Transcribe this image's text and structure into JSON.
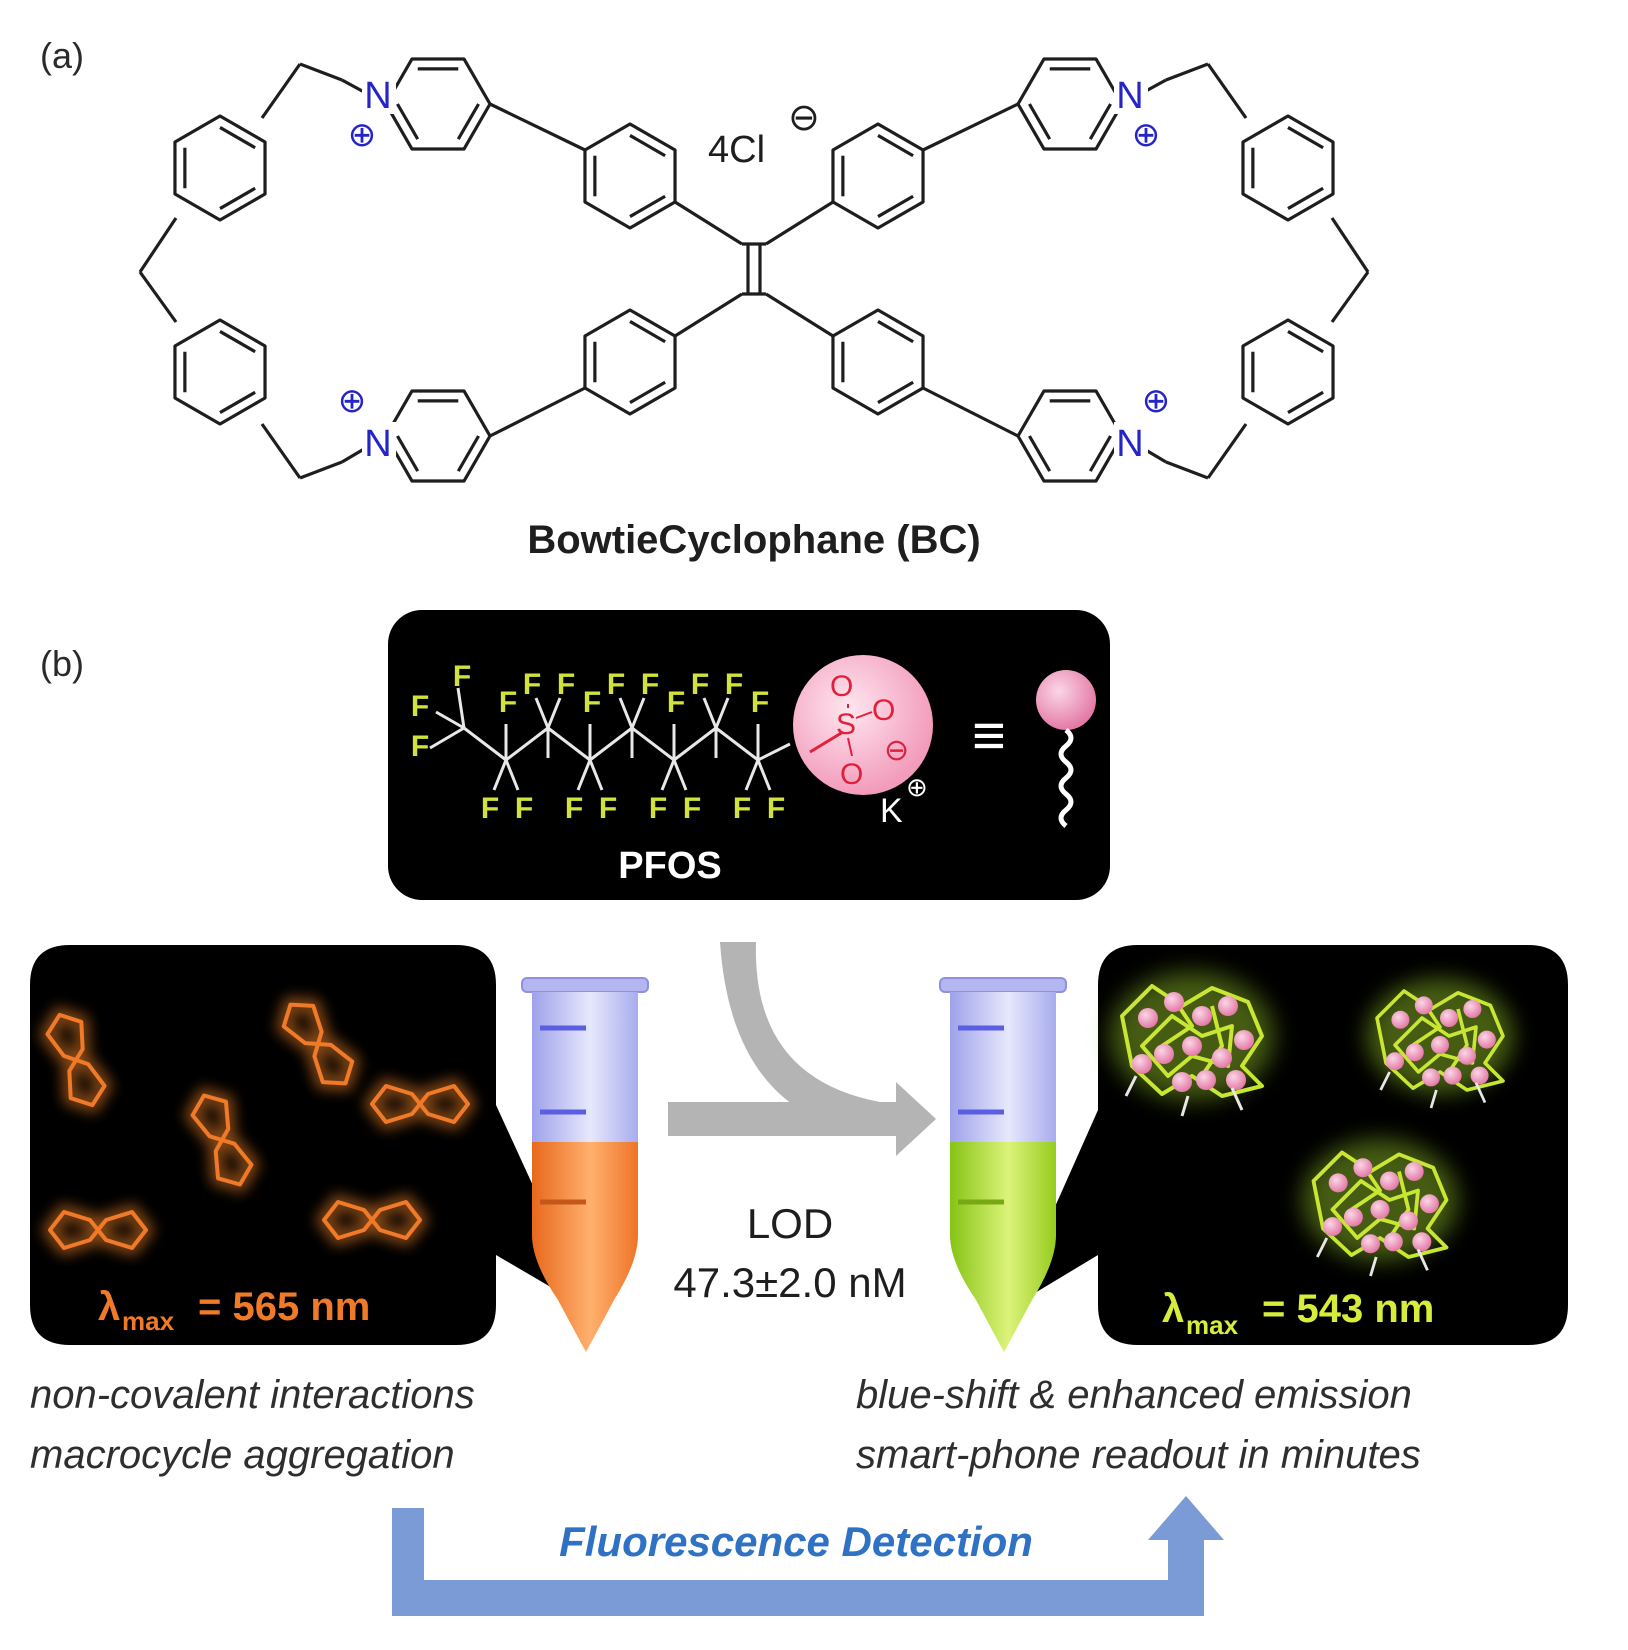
{
  "panel_a": {
    "label": "(a)",
    "counterion": "4Cl",
    "counterion_charge": "⊖",
    "nitrogen_label": "N",
    "positive_charge": "⊕",
    "compound_name": "BowtieCyclophane (BC)"
  },
  "panel_b": {
    "label": "(b)",
    "pfos": {
      "name": "PFOS",
      "fluorine": "F",
      "sulfonate_o": "O",
      "sulfonate_s": "S",
      "sulfonate_charge": "⊖",
      "counter_cation": "K",
      "cation_charge": "⊕",
      "equivalence_symbol": "≡"
    },
    "left_box": {
      "lambda_symbol": "λ",
      "lambda_subscript": "max",
      "lambda_value": "= 565 nm"
    },
    "right_box": {
      "lambda_symbol": "λ",
      "lambda_subscript": "max",
      "lambda_value": "= 543 nm"
    },
    "lod_label": "LOD",
    "lod_value": "47.3±2.0 nM",
    "left_caption": [
      "non-covalent interactions",
      "macrocycle aggregation"
    ],
    "right_caption": [
      "blue-shift & enhanced emission",
      "smart-phone readout in minutes"
    ],
    "bottom_label": "Fluorescence Detection"
  },
  "colors": {
    "nitrogen_blue": "#2424c8",
    "orange_emission": "#f07a28",
    "green_emission": "#c8e632",
    "fluorine_yellow": "#d2e23c",
    "sulfonate_red": "#e0203c",
    "arrow_gray": "#b4b4b4",
    "bottom_arrow_blue": "#7b9bd6",
    "bottom_text_blue": "#2f72c4"
  }
}
